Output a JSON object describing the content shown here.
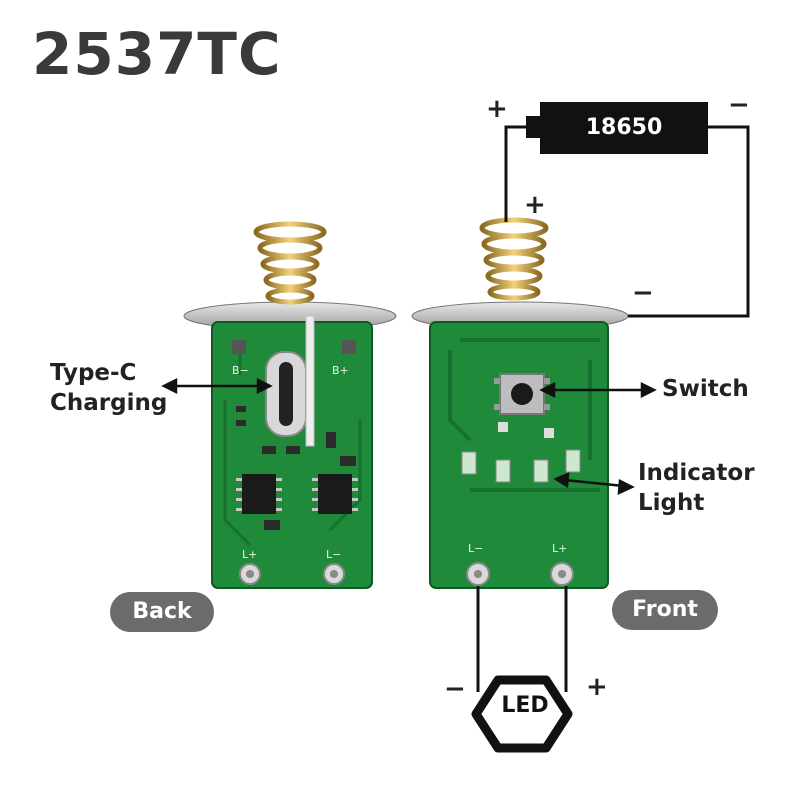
{
  "title": "2537TC",
  "battery": {
    "label": "18650",
    "plus": "+",
    "minus": "−"
  },
  "spring_plus": "+",
  "spring_minus": "−",
  "labels": {
    "type_c_line1": "Type-C",
    "type_c_line2": "Charging",
    "switch": "Switch",
    "indicator_line1": "Indicator",
    "indicator_line2": "Light"
  },
  "boards": {
    "back": "Back",
    "front": "Front"
  },
  "pcb_silk": {
    "back_b_minus": "B−",
    "back_b_plus": "B+",
    "back_l_plus": "L+",
    "back_l_minus": "L−",
    "front_l_minus": "L−",
    "front_l_plus": "L+"
  },
  "led": {
    "label": "LED",
    "minus": "−",
    "plus": "+"
  },
  "colors": {
    "pcb": "#1f8a3a",
    "pcb_dark": "#16702e",
    "wire": "#111111",
    "pill": "#6b6b6b"
  }
}
